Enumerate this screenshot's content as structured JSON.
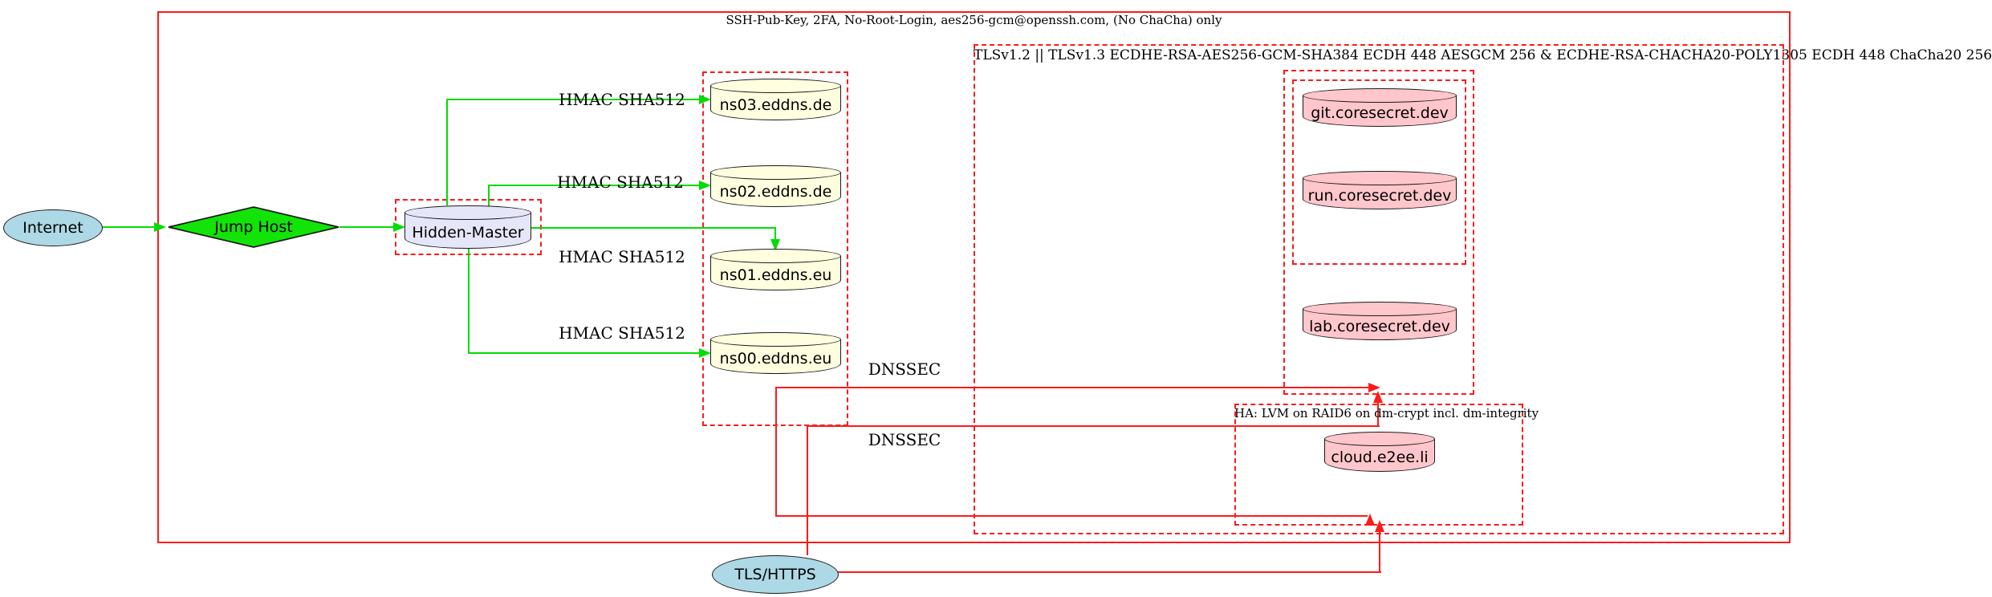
{
  "clusters": {
    "ssh": {
      "label": "SSH-Pub-Key, 2FA, No-Root-Login, aes256-gcm@openssh.com, (No ChaCha) only"
    },
    "tls": {
      "label": "TLSv1.2 || TLSv1.3 ECDHE-RSA-AES256-GCM-SHA384 ECDH 448 AESGCM 256 & ECDHE-RSA-CHACHA20-POLY1305 ECDH 448 ChaCha20 256"
    },
    "ha": {
      "label": "HA: LVM on RAID6 on dm-crypt incl. dm-integrity"
    }
  },
  "nodes": {
    "internet": {
      "label": "Internet",
      "shape": "ellipse"
    },
    "jump_host": {
      "label": "Jump Host",
      "shape": "diamond"
    },
    "hidden_master": {
      "label": "Hidden-Master",
      "shape": "cylinder"
    },
    "ns03": {
      "label": "ns03.eddns.de",
      "shape": "cylinder"
    },
    "ns02": {
      "label": "ns02.eddns.de",
      "shape": "cylinder"
    },
    "ns01": {
      "label": "ns01.eddns.eu",
      "shape": "cylinder"
    },
    "ns00": {
      "label": "ns00.eddns.eu",
      "shape": "cylinder"
    },
    "git": {
      "label": "git.coresecret.dev",
      "shape": "cylinder"
    },
    "run": {
      "label": "run.coresecret.dev",
      "shape": "cylinder"
    },
    "lab": {
      "label": "lab.coresecret.dev",
      "shape": "cylinder"
    },
    "cloud": {
      "label": "cloud.e2ee.li",
      "shape": "cylinder"
    },
    "tls_https": {
      "label": "TLS/HTTPS",
      "shape": "ellipse"
    }
  },
  "edge_labels": {
    "hmac_ns03": "HMAC SHA512",
    "hmac_ns02": "HMAC SHA512",
    "hmac_ns01": "HMAC SHA512",
    "hmac_ns00": "HMAC SHA512",
    "dnssec_top": "DNSSEC",
    "dnssec_bottom": "DNSSEC"
  },
  "colors": {
    "green": "#00dc04",
    "red": "#fb1b1b",
    "blue_node": "#add8e6",
    "green_node": "#12e407",
    "lavender_node": "#e6e6fa",
    "yellow_node": "#ffffe0",
    "pink_node": "#ffc6cb",
    "ink": "#000000"
  }
}
